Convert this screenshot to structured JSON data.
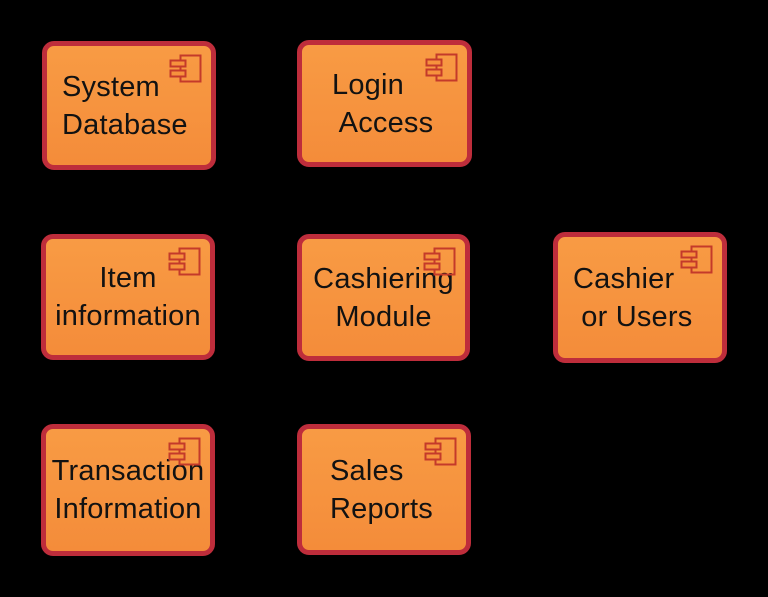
{
  "diagram": {
    "type": "uml-component-diagram",
    "nodes": [
      {
        "name": "system-database",
        "label": "System\nDatabase"
      },
      {
        "name": "login-access",
        "label": "Login\n Access"
      },
      {
        "name": "item-information",
        "label": "Item\ninformation"
      },
      {
        "name": "cashiering-module",
        "label": "Cashiering\nModule"
      },
      {
        "name": "cashier-or-users",
        "label": "Cashier\n or Users"
      },
      {
        "name": "transaction-information",
        "label": "Transaction\nInformation"
      },
      {
        "name": "sales-reports",
        "label": "Sales\nReports"
      }
    ],
    "icon": "uml-component-icon"
  },
  "colors": {
    "background": "#000000",
    "node_fill_top": "#f89b44",
    "node_fill_bottom": "#f48c3a",
    "node_fill": "#f6923d",
    "node_border": "#be2d3b",
    "icon_stroke": "#c43a2a",
    "text": "#121212"
  }
}
